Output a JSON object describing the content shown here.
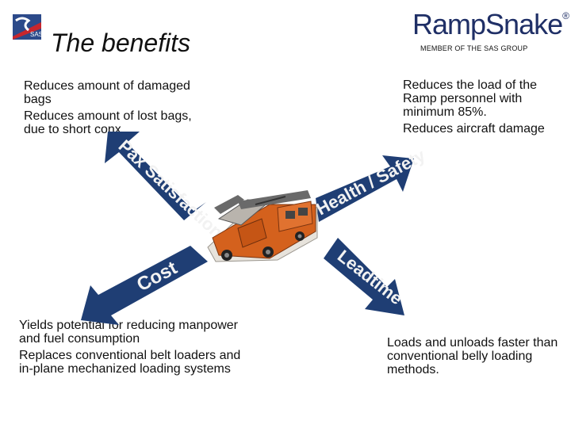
{
  "header": {
    "title": "The benefits",
    "brand_name": "RampSnake",
    "brand_mark": "®",
    "member_line": "MEMBER OF THE SAS GROUP",
    "badge_logo_text": "SAS"
  },
  "colors": {
    "arrow_fill": "#1f3e74",
    "arrow_text": "#f2f2f2",
    "brand_blue": "#1f2f66",
    "vehicle_orange": "#d4611d"
  },
  "arrows": {
    "top_left": "Pax Satisfaction",
    "top_right": "Health / Safety",
    "bottom_left": "Cost",
    "bottom_right": "Leadtime"
  },
  "benefits": {
    "top_left": [
      "Reduces amount of damaged bags",
      "Reduces amount of lost bags, due to short conx."
    ],
    "top_right": [
      "Reduces the load of the Ramp personnel with minimum 85%.",
      "Reduces aircraft damage"
    ],
    "bottom_left": [
      "Yields potential for reducing manpower and fuel consumption",
      "Replaces conventional belt loaders and in-plane mechanized loading systems"
    ],
    "bottom_right": [
      "Loads and unloads faster than conventional belly loading methods."
    ]
  },
  "icons": [
    "sas-logo-icon",
    "ramp-vehicle-icon"
  ]
}
